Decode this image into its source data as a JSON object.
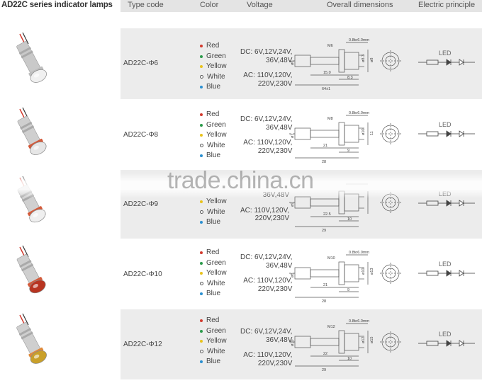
{
  "page_title": "AD22C series indicator lamps",
  "columns": {
    "type_code": "Type code",
    "color": "Color",
    "voltage": "Voltage",
    "dimensions": "Overall dimensions",
    "electric": "Electric principle"
  },
  "led_label": "LED",
  "watermark": "trade.china.cn",
  "rows": [
    {
      "type_code": "AD22C-Φ6",
      "colors": [
        "Red",
        "Green",
        "Yellow",
        "White",
        "Blue"
      ],
      "dc": [
        "DC: 6V,12V,24V,",
        "36V,48V"
      ],
      "ac": [
        "AC: 110V,120V,",
        "220V,230V"
      ],
      "dim_labels": {
        "thread": "M6",
        "plate": "0.8to6.0mm",
        "a": "8.3",
        "b": "15.0",
        "c": "64±1",
        "d": "ø6",
        "e": "ø8.3",
        "f": "ø8"
      }
    },
    {
      "type_code": "AD22C-Φ8",
      "colors": [
        "Red",
        "Green",
        "Yellow",
        "White",
        "Blue"
      ],
      "dc": [
        "DC: 6V,12V,24V,",
        "36V,48V"
      ],
      "ac": [
        "AC: 110V,120V,",
        "220V,230V"
      ],
      "dim_labels": {
        "thread": "M8",
        "plate": "0.8to6.0mm",
        "a": "9",
        "b": "21",
        "c": "28",
        "d": "ø7",
        "e": "ø10",
        "f": "11"
      }
    },
    {
      "type_code": "AD22C-Φ9",
      "colors": [
        "Yellow",
        "White",
        "Blue"
      ],
      "dc": [
        "36V,48V",
        ""
      ],
      "ac": [
        "AC: 110V,120V,",
        "220V,230V"
      ],
      "dim_labels": {
        "thread": "",
        "plate": "",
        "a": "10",
        "b": "22.5",
        "c": "29",
        "d": "ø9",
        "e": "",
        "f": ""
      }
    },
    {
      "type_code": "AD22C-Φ10",
      "colors": [
        "Red",
        "Green",
        "Yellow",
        "White",
        "Blue"
      ],
      "dc": [
        "DC: 6V,12V,24V,",
        "36V,48V"
      ],
      "ac": [
        "AC: 110V,120V,",
        "220V,230V"
      ],
      "dim_labels": {
        "thread": "M10",
        "plate": "0.8to6.0mm",
        "a": "9",
        "b": "21",
        "c": "28",
        "d": "ø8",
        "e": "ø10",
        "f": "ø13"
      }
    },
    {
      "type_code": "AD22C-Φ12",
      "colors": [
        "Red",
        "Green",
        "Yellow",
        "White",
        "Blue"
      ],
      "dc": [
        "DC: 6V,12V,24V,",
        "36V,48V"
      ],
      "ac": [
        "AC: 110V,120V,",
        "220V,230V"
      ],
      "dim_labels": {
        "thread": "M12",
        "plate": "0.8to6.0mm",
        "a": "10",
        "b": "22",
        "c": "29",
        "d": "ø10",
        "e": "ø12",
        "f": "ø15"
      }
    }
  ],
  "color_hex": {
    "Red": "#d23a2e",
    "Green": "#2b9a4a",
    "Yellow": "#e8c21c",
    "White": "#ffffff",
    "Blue": "#2a8fd0"
  }
}
